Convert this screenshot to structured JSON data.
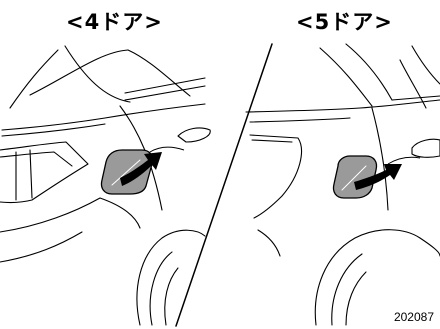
{
  "panels": {
    "left_label": "<4ドア>",
    "right_label": "<5ドア>"
  },
  "figure_code": "202087",
  "colors": {
    "line": "#000000",
    "fuel_door": "#9a9a9a",
    "arrow": "#000000"
  },
  "icons": {
    "open_direction": "curved-arrow-icon"
  }
}
